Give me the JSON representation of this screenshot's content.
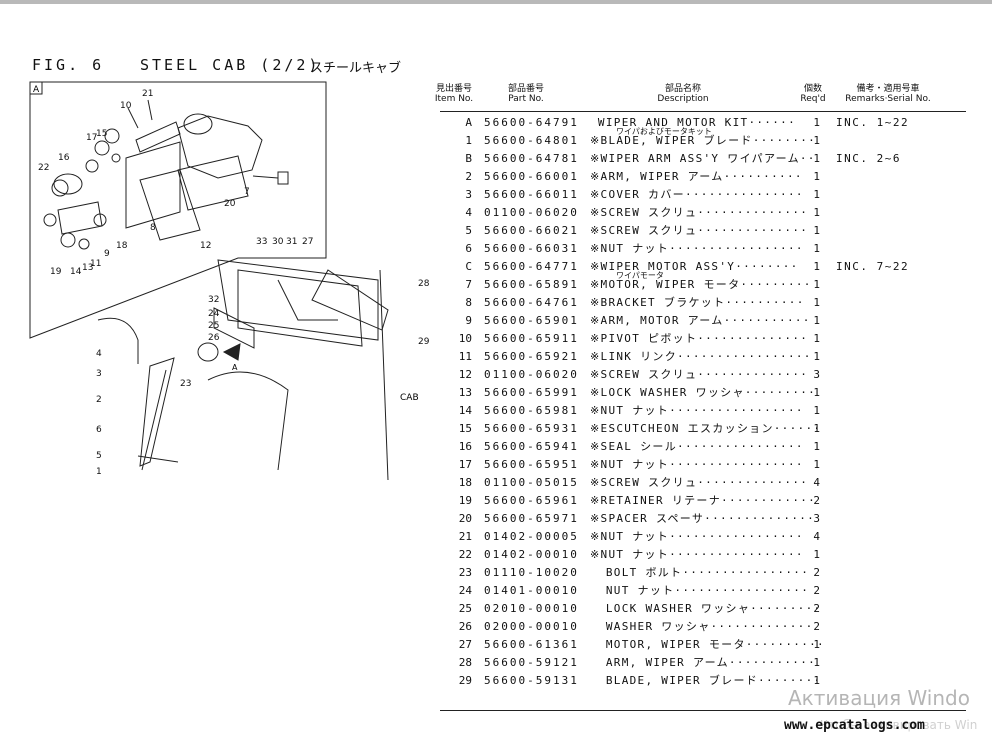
{
  "figure": {
    "label": "FIG. 6",
    "title": "STEEL CAB (2/2)",
    "subtitle_jp": "スチールキャブ"
  },
  "diagram": {
    "inset_label": "A",
    "view_arrow_label": "A",
    "cab_label": "CAB",
    "callouts_top": [
      "21",
      "10",
      "17",
      "15",
      "16",
      "22",
      "7",
      "8",
      "20",
      "12",
      "18",
      "9",
      "11",
      "13",
      "14",
      "19"
    ],
    "callouts_bottom": [
      "33",
      "30",
      "31",
      "27",
      "28",
      "29",
      "32",
      "24",
      "25",
      "26",
      "23",
      "4",
      "3",
      "2",
      "6",
      "5",
      "1"
    ]
  },
  "table": {
    "headers": {
      "item_jp": "見出番号",
      "item": "Item No.",
      "part_jp": "部品番号",
      "part": "Part No.",
      "desc_jp": "部品名称",
      "desc": "Description",
      "qty_jp": "個数",
      "qty": "Req'd",
      "remarks_jp": "備考・適用号車",
      "remarks": "Remarks·Serial No."
    },
    "rows": [
      {
        "item": "A",
        "part": "56600-64791",
        "desc": " WIPER AND MOTOR KIT······",
        "qty": "1",
        "remarks": "INC. 1~22",
        "sub": "ワイパおよびモータキット"
      },
      {
        "item": "1",
        "part": "56600-64801",
        "desc": "※BLADE, WIPER ブレード········",
        "qty": "1",
        "remarks": "",
        "sub": ""
      },
      {
        "item": "B",
        "part": "56600-64781",
        "desc": "※WIPER ARM ASS'Y ワイパアーム··",
        "qty": "1",
        "remarks": "INC. 2~6",
        "sub": ""
      },
      {
        "item": "2",
        "part": "56600-66001",
        "desc": "※ARM, WIPER アーム··········",
        "qty": "1",
        "remarks": "",
        "sub": ""
      },
      {
        "item": "3",
        "part": "56600-66011",
        "desc": "※COVER カバー···············",
        "qty": "1",
        "remarks": "",
        "sub": ""
      },
      {
        "item": "4",
        "part": "01100-06020",
        "desc": "※SCREW スクリュ··············",
        "qty": "1",
        "remarks": "",
        "sub": ""
      },
      {
        "item": "5",
        "part": "56600-66021",
        "desc": "※SCREW スクリュ··············",
        "qty": "1",
        "remarks": "",
        "sub": ""
      },
      {
        "item": "6",
        "part": "56600-66031",
        "desc": "※NUT ナット·················",
        "qty": "1",
        "remarks": "",
        "sub": ""
      },
      {
        "item": "C",
        "part": "56600-64771",
        "desc": "※WIPER MOTOR ASS'Y········",
        "qty": "1",
        "remarks": "INC. 7~22",
        "sub": "ワイパモータ"
      },
      {
        "item": "7",
        "part": "56600-65891",
        "desc": "※MOTOR, WIPER モータ·········",
        "qty": "1",
        "remarks": "",
        "sub": ""
      },
      {
        "item": "8",
        "part": "56600-64761",
        "desc": "※BRACKET ブラケット··········",
        "qty": "1",
        "remarks": "",
        "sub": ""
      },
      {
        "item": "9",
        "part": "56600-65901",
        "desc": "※ARM, MOTOR アーム···········",
        "qty": "1",
        "remarks": "",
        "sub": ""
      },
      {
        "item": "10",
        "part": "56600-65911",
        "desc": "※PIVOT ピボット··············",
        "qty": "1",
        "remarks": "",
        "sub": ""
      },
      {
        "item": "11",
        "part": "56600-65921",
        "desc": "※LINK リンク·················",
        "qty": "1",
        "remarks": "",
        "sub": ""
      },
      {
        "item": "12",
        "part": "01100-06020",
        "desc": "※SCREW スクリュ··············",
        "qty": "3",
        "remarks": "",
        "sub": ""
      },
      {
        "item": "13",
        "part": "56600-65991",
        "desc": "※LOCK WASHER ワッシャ·········",
        "qty": "1",
        "remarks": "",
        "sub": ""
      },
      {
        "item": "14",
        "part": "56600-65981",
        "desc": "※NUT ナット·················",
        "qty": "1",
        "remarks": "",
        "sub": ""
      },
      {
        "item": "15",
        "part": "56600-65931",
        "desc": "※ESCUTCHEON エスカッション······",
        "qty": "1",
        "remarks": "",
        "sub": ""
      },
      {
        "item": "16",
        "part": "56600-65941",
        "desc": "※SEAL シール················",
        "qty": "1",
        "remarks": "",
        "sub": ""
      },
      {
        "item": "17",
        "part": "56600-65951",
        "desc": "※NUT ナット·················",
        "qty": "1",
        "remarks": "",
        "sub": ""
      },
      {
        "item": "18",
        "part": "01100-05015",
        "desc": "※SCREW スクリュ··············",
        "qty": "4",
        "remarks": "",
        "sub": ""
      },
      {
        "item": "19",
        "part": "56600-65961",
        "desc": "※RETAINER リテーナ············",
        "qty": "2",
        "remarks": "",
        "sub": ""
      },
      {
        "item": "20",
        "part": "56600-65971",
        "desc": "※SPACER スペーサ··············",
        "qty": "3",
        "remarks": "",
        "sub": ""
      },
      {
        "item": "21",
        "part": "01402-00005",
        "desc": "※NUT ナット·················",
        "qty": "4",
        "remarks": "",
        "sub": ""
      },
      {
        "item": "22",
        "part": "01402-00010",
        "desc": "※NUT ナット·················",
        "qty": "1",
        "remarks": "",
        "sub": ""
      },
      {
        "item": "23",
        "part": "01110-10020",
        "desc": "  BOLT ボルト················",
        "qty": "2",
        "remarks": "",
        "sub": ""
      },
      {
        "item": "24",
        "part": "01401-00010",
        "desc": "  NUT ナット·················",
        "qty": "2",
        "remarks": "",
        "sub": ""
      },
      {
        "item": "25",
        "part": "02010-00010",
        "desc": "  LOCK WASHER ワッシャ·········",
        "qty": "2",
        "remarks": "",
        "sub": ""
      },
      {
        "item": "26",
        "part": "02000-00010",
        "desc": "  WASHER ワッシャ·············",
        "qty": "2",
        "remarks": "",
        "sub": ""
      },
      {
        "item": "27",
        "part": "56600-61361",
        "desc": "  MOTOR, WIPER モータ··········",
        "qty": "1",
        "remarks": "",
        "sub": ""
      },
      {
        "item": "28",
        "part": "56600-59121",
        "desc": "  ARM, WIPER アーム···········",
        "qty": "1",
        "remarks": "",
        "sub": ""
      },
      {
        "item": "29",
        "part": "56600-59131",
        "desc": "  BLADE, WIPER ブレード········",
        "qty": "1",
        "remarks": "",
        "sub": ""
      }
    ]
  },
  "footer": {
    "url": "www.epcatalogs.com",
    "watermark": "Активация Windo",
    "watermark_sub": "Чтобы активировать Win"
  }
}
